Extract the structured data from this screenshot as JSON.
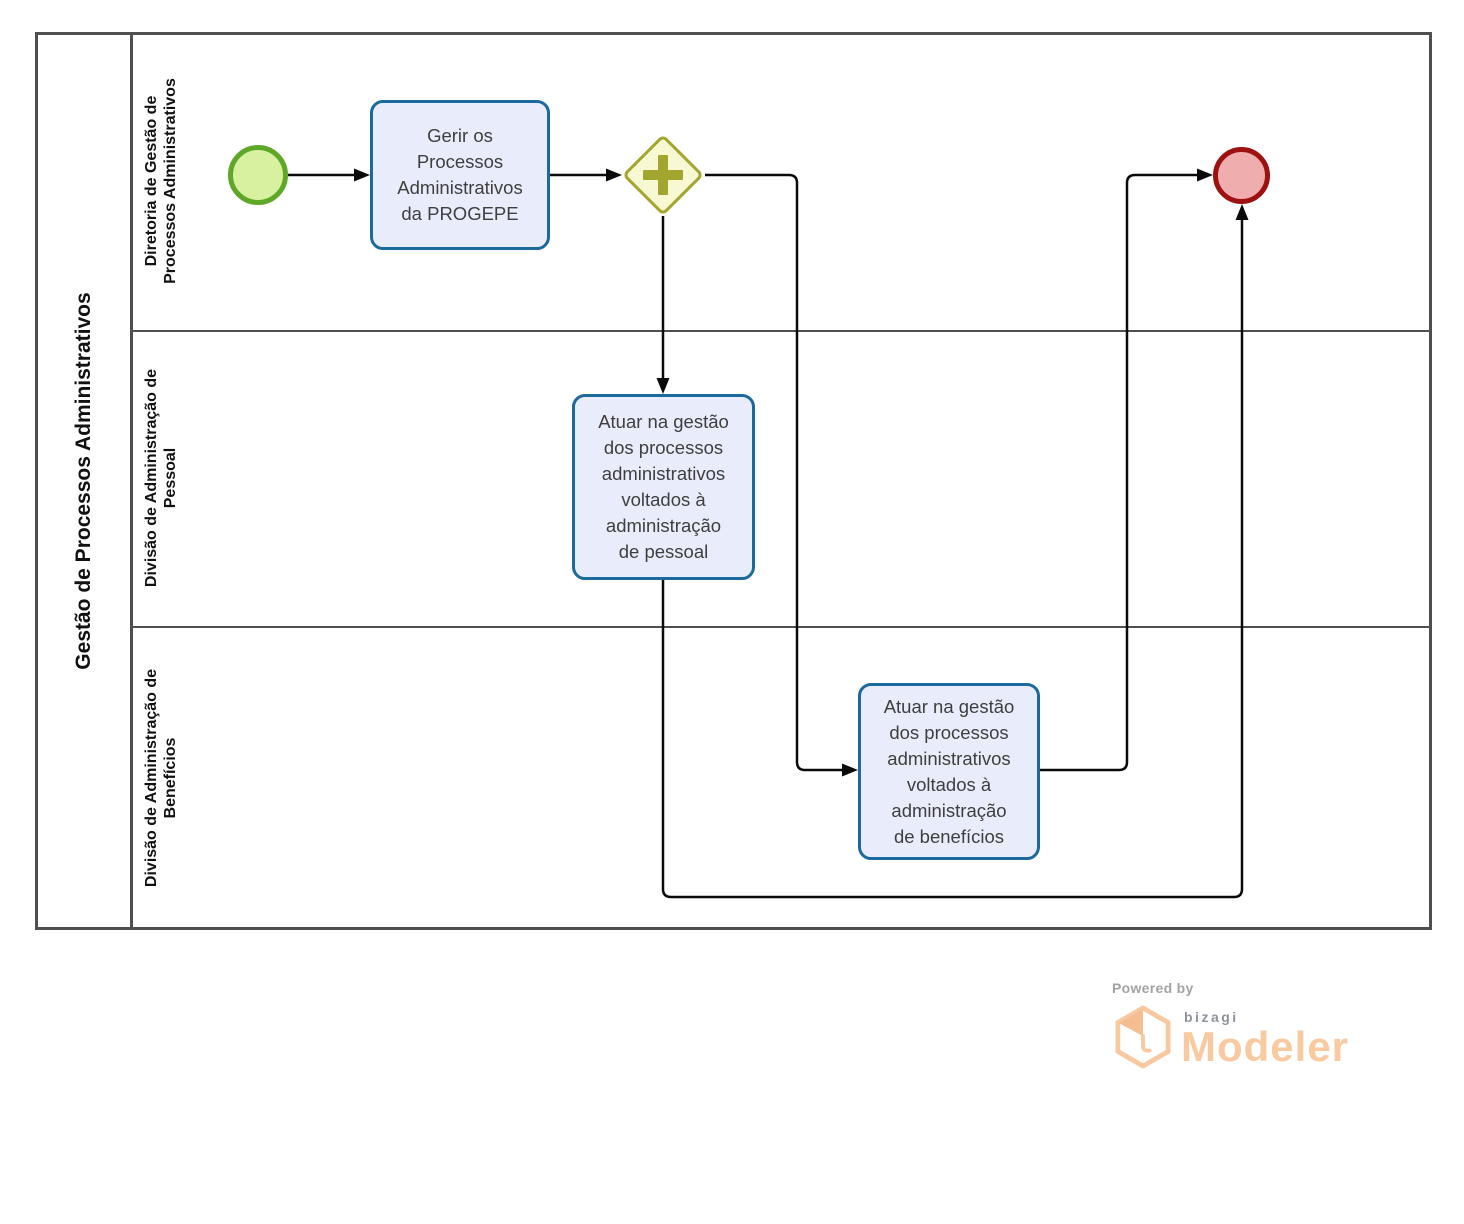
{
  "pool": {
    "title": "Gestão de Processos Administrativos",
    "lanes": [
      {
        "label": "Diretoria de Gestão de\nProcessos Administrativos"
      },
      {
        "label": "Divisão de Administração de\nPessoal"
      },
      {
        "label": "Divisão de Administração de\nBenefícios"
      }
    ]
  },
  "nodes": {
    "start_event": {
      "type": "start-event"
    },
    "task_gerir": {
      "label": "Gerir os\nProcessos\nAdministrativos\nda PROGEPE"
    },
    "gateway": {
      "type": "parallel-gateway",
      "icon": "plus-icon"
    },
    "task_pessoal": {
      "label": "Atuar na gestão\ndos processos\nadministrativos\nvoltados à\nadministração\nde pessoal"
    },
    "task_beneficios": {
      "label": "Atuar na gestão\ndos processos\nadministrativos\nvoltados à\nadministração\nde benefícios"
    },
    "end_event": {
      "type": "end-event"
    }
  },
  "branding": {
    "powered_by": "Powered by",
    "brand": "bizagi",
    "product": "Modeler"
  },
  "colors": {
    "pool_border": "#4f4f4f",
    "lane_line": "#4f4f4f",
    "task_fill": "#e9ecfa",
    "task_border": "#1a6a9e",
    "start_fill": "#d8f1a0",
    "start_border": "#5fa827",
    "end_fill": "#efadad",
    "end_border": "#9e1111",
    "gw_fill": "#f8f8d3",
    "gw_border": "#a3a62e",
    "flow": "#0a0a0a",
    "brand_orange": "#f9c9a0"
  }
}
